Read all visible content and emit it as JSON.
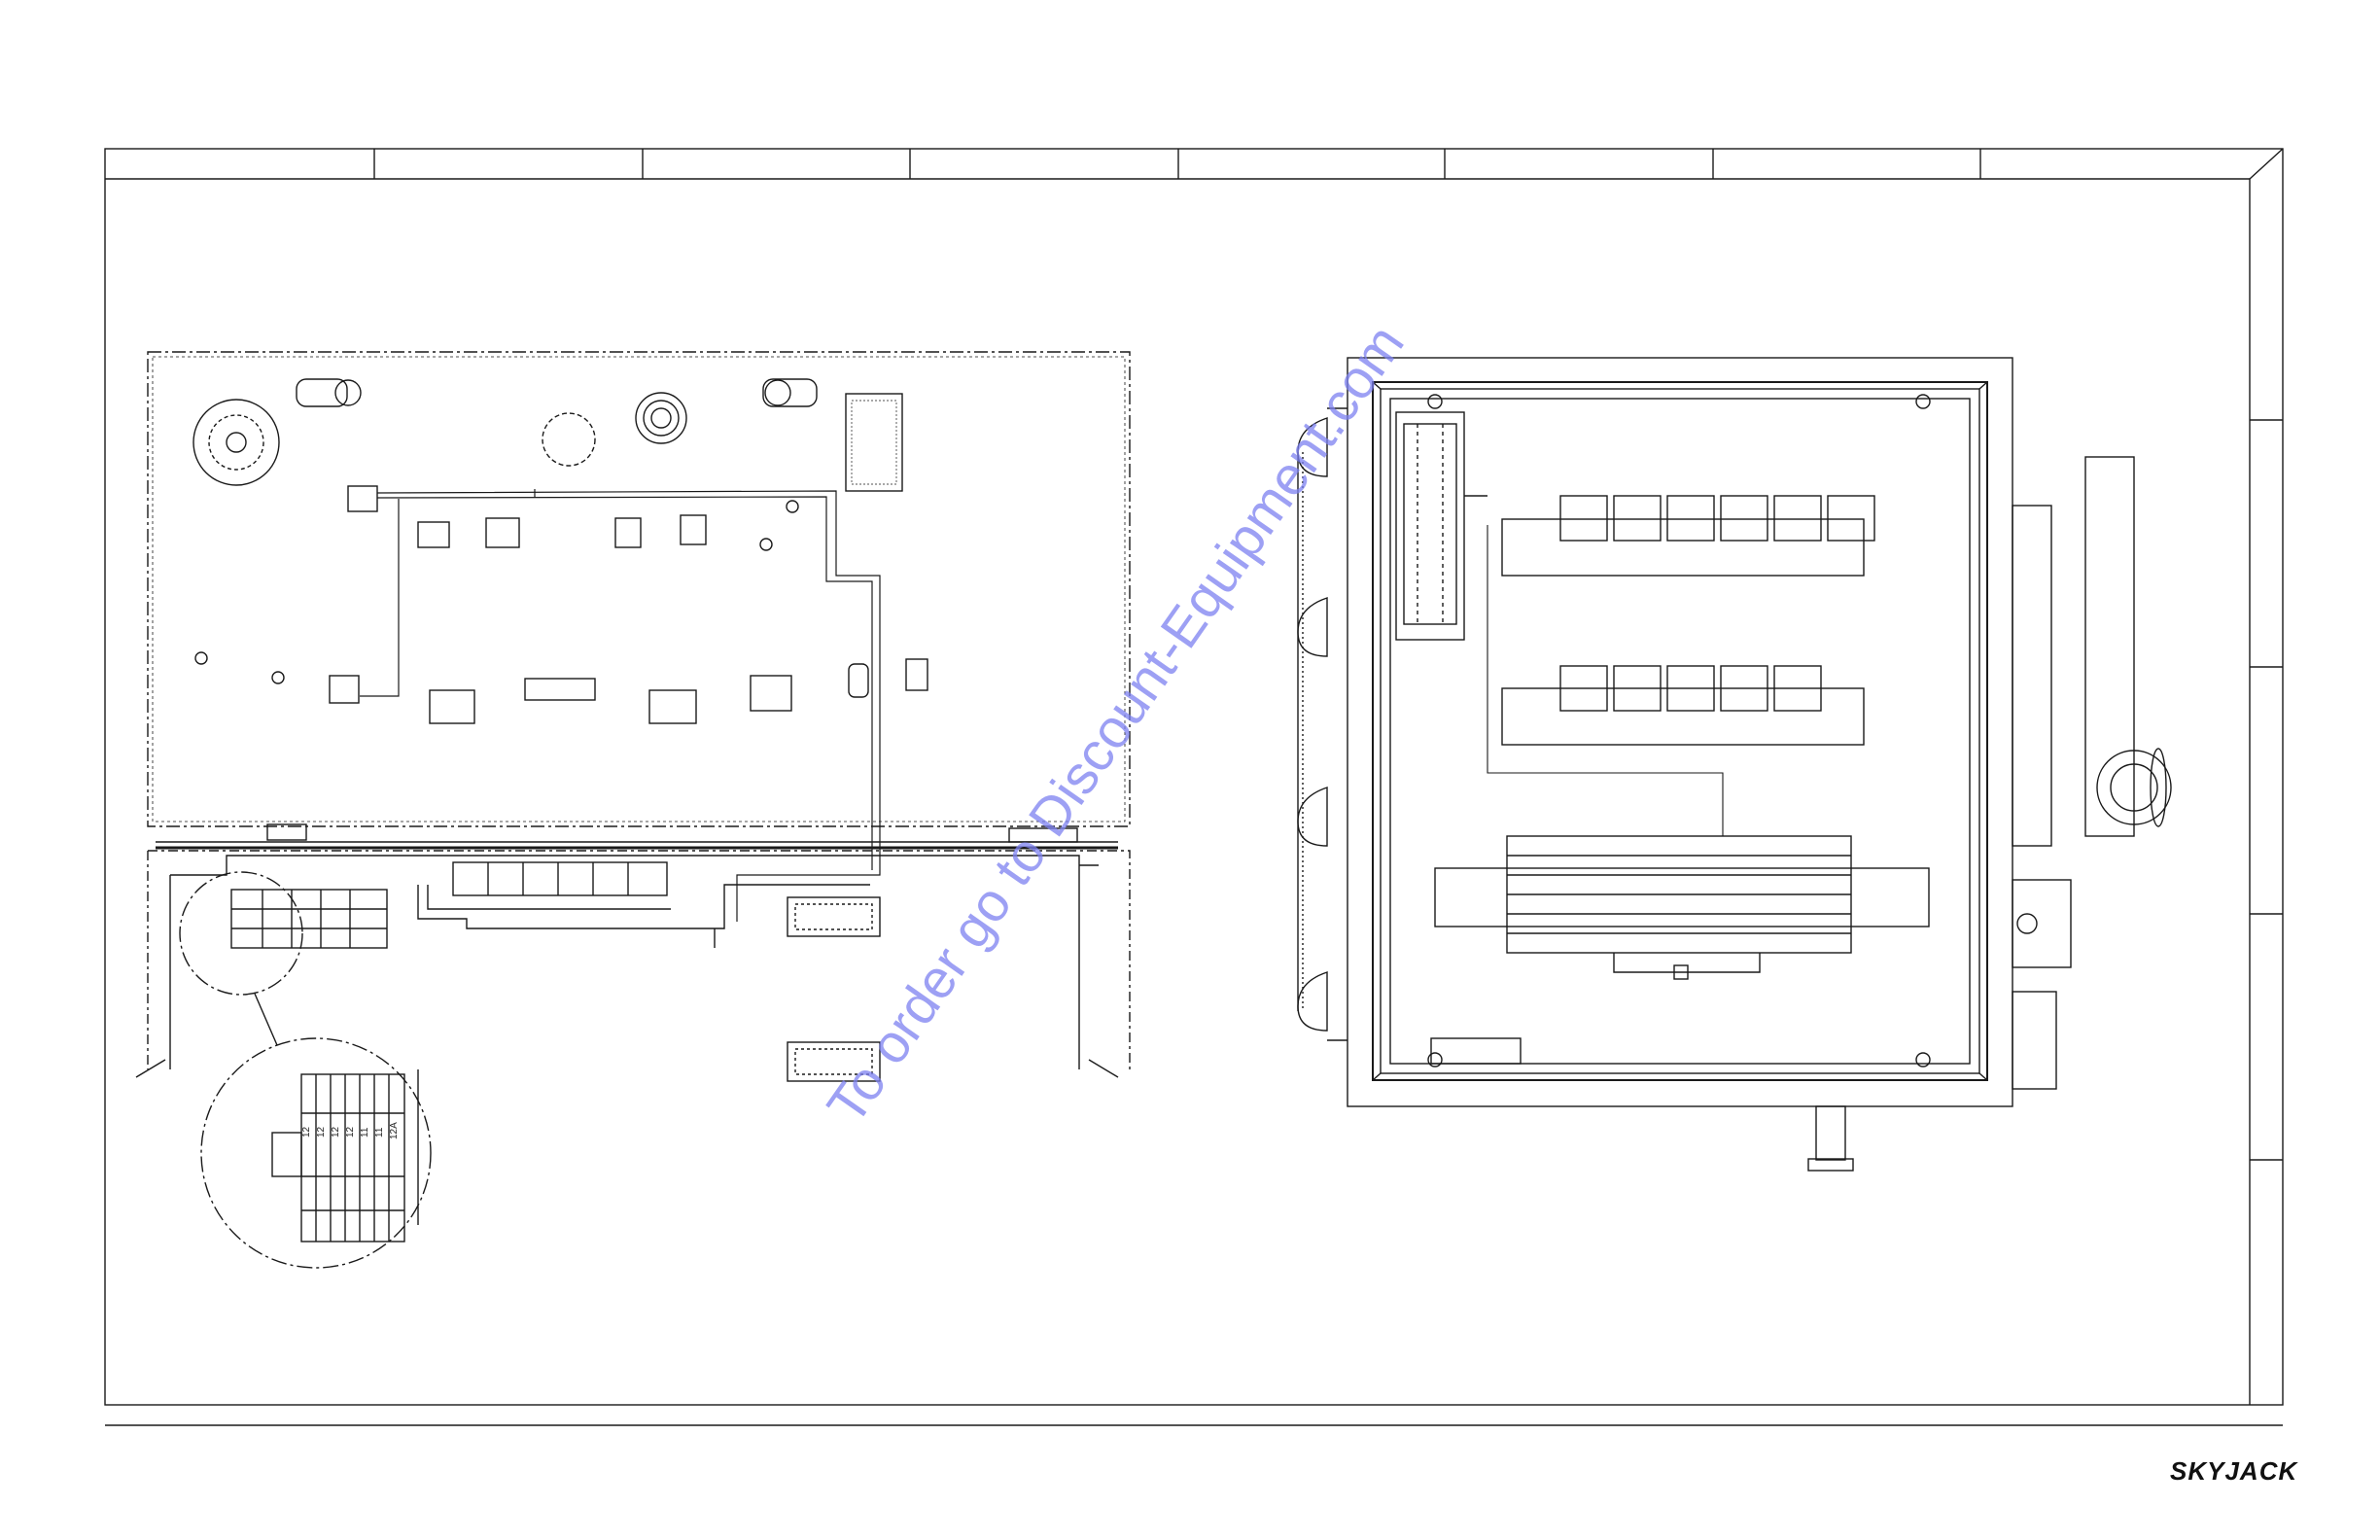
{
  "watermark": {
    "text": "To order go to Discount-Equipment.com",
    "color": "#7c80f0"
  },
  "brand": {
    "logo_text": "SKYJACK"
  },
  "terminal_labels": [
    "12",
    "12",
    "12",
    "12",
    "11",
    "11",
    "12A"
  ],
  "colors": {
    "line": "#1a1a1a",
    "paper": "#ffffff"
  }
}
